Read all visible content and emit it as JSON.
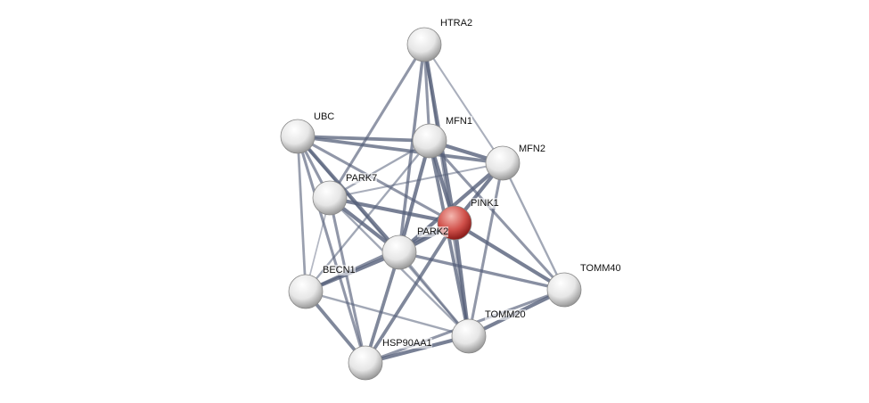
{
  "network": {
    "nodes": [
      {
        "id": "HTRA2",
        "label": "HTRA2",
        "color": "#e8e8e8"
      },
      {
        "id": "UBC",
        "label": "UBC",
        "color": "#e8e8e8"
      },
      {
        "id": "MFN1",
        "label": "MFN1",
        "color": "#e8e8e8"
      },
      {
        "id": "MFN2",
        "label": "MFN2",
        "color": "#e8e8e8"
      },
      {
        "id": "PARK7",
        "label": "PARK7",
        "color": "#e8e8e8"
      },
      {
        "id": "PINK1",
        "label": "PINK1",
        "color": "#d9534f"
      },
      {
        "id": "PARK2",
        "label": "PARK2",
        "color": "#e8e8e8"
      },
      {
        "id": "BECN1",
        "label": "BECN1",
        "color": "#e8e8e8"
      },
      {
        "id": "TOMM40",
        "label": "TOMM40",
        "color": "#e8e8e8"
      },
      {
        "id": "TOMM20",
        "label": "TOMM20",
        "color": "#e8e8e8"
      },
      {
        "id": "HSP90AA1",
        "label": "HSP90AA1",
        "color": "#e8e8e8"
      }
    ],
    "edges": [
      [
        "HTRA2",
        "PINK1",
        0.9
      ],
      [
        "HTRA2",
        "PARK2",
        0.7
      ],
      [
        "HTRA2",
        "MFN1",
        0.6
      ],
      [
        "HTRA2",
        "MFN2",
        0.3
      ],
      [
        "HTRA2",
        "PARK7",
        0.6
      ],
      [
        "HTRA2",
        "TOMM20",
        0.5
      ],
      [
        "UBC",
        "MFN1",
        0.8
      ],
      [
        "UBC",
        "MFN2",
        0.8
      ],
      [
        "UBC",
        "PARK7",
        0.6
      ],
      [
        "UBC",
        "PINK1",
        0.6
      ],
      [
        "UBC",
        "PARK2",
        0.9
      ],
      [
        "UBC",
        "BECN1",
        0.5
      ],
      [
        "UBC",
        "HSP90AA1",
        0.6
      ],
      [
        "UBC",
        "TOMM20",
        0.4
      ],
      [
        "MFN1",
        "MFN2",
        0.9
      ],
      [
        "MFN1",
        "PINK1",
        0.9
      ],
      [
        "MFN1",
        "PARK2",
        0.9
      ],
      [
        "MFN1",
        "PARK7",
        0.4
      ],
      [
        "MFN1",
        "TOMM20",
        0.8
      ],
      [
        "MFN1",
        "TOMM40",
        0.6
      ],
      [
        "MFN1",
        "BECN1",
        0.4
      ],
      [
        "MFN2",
        "PINK1",
        0.9
      ],
      [
        "MFN2",
        "PARK2",
        0.9
      ],
      [
        "MFN2",
        "PARK7",
        0.3
      ],
      [
        "MFN2",
        "TOMM20",
        0.6
      ],
      [
        "MFN2",
        "TOMM40",
        0.4
      ],
      [
        "PARK7",
        "PINK1",
        0.9
      ],
      [
        "PARK7",
        "PARK2",
        0.9
      ],
      [
        "PARK7",
        "BECN1",
        0.2
      ],
      [
        "PARK7",
        "HSP90AA1",
        0.6
      ],
      [
        "PARK7",
        "TOMM20",
        0.4
      ],
      [
        "PINK1",
        "PARK2",
        1.0
      ],
      [
        "PINK1",
        "TOMM40",
        0.9
      ],
      [
        "PINK1",
        "TOMM20",
        0.9
      ],
      [
        "PINK1",
        "HSP90AA1",
        0.8
      ],
      [
        "PINK1",
        "BECN1",
        0.7
      ],
      [
        "PARK2",
        "BECN1",
        0.9
      ],
      [
        "PARK2",
        "TOMM40",
        0.7
      ],
      [
        "PARK2",
        "TOMM20",
        0.5
      ],
      [
        "PARK2",
        "HSP90AA1",
        0.8
      ],
      [
        "BECN1",
        "HSP90AA1",
        0.8
      ],
      [
        "BECN1",
        "TOMM20",
        0.4
      ],
      [
        "TOMM40",
        "TOMM20",
        0.9
      ],
      [
        "TOMM40",
        "HSP90AA1",
        0.6
      ],
      [
        "TOMM20",
        "HSP90AA1",
        0.9
      ]
    ]
  }
}
